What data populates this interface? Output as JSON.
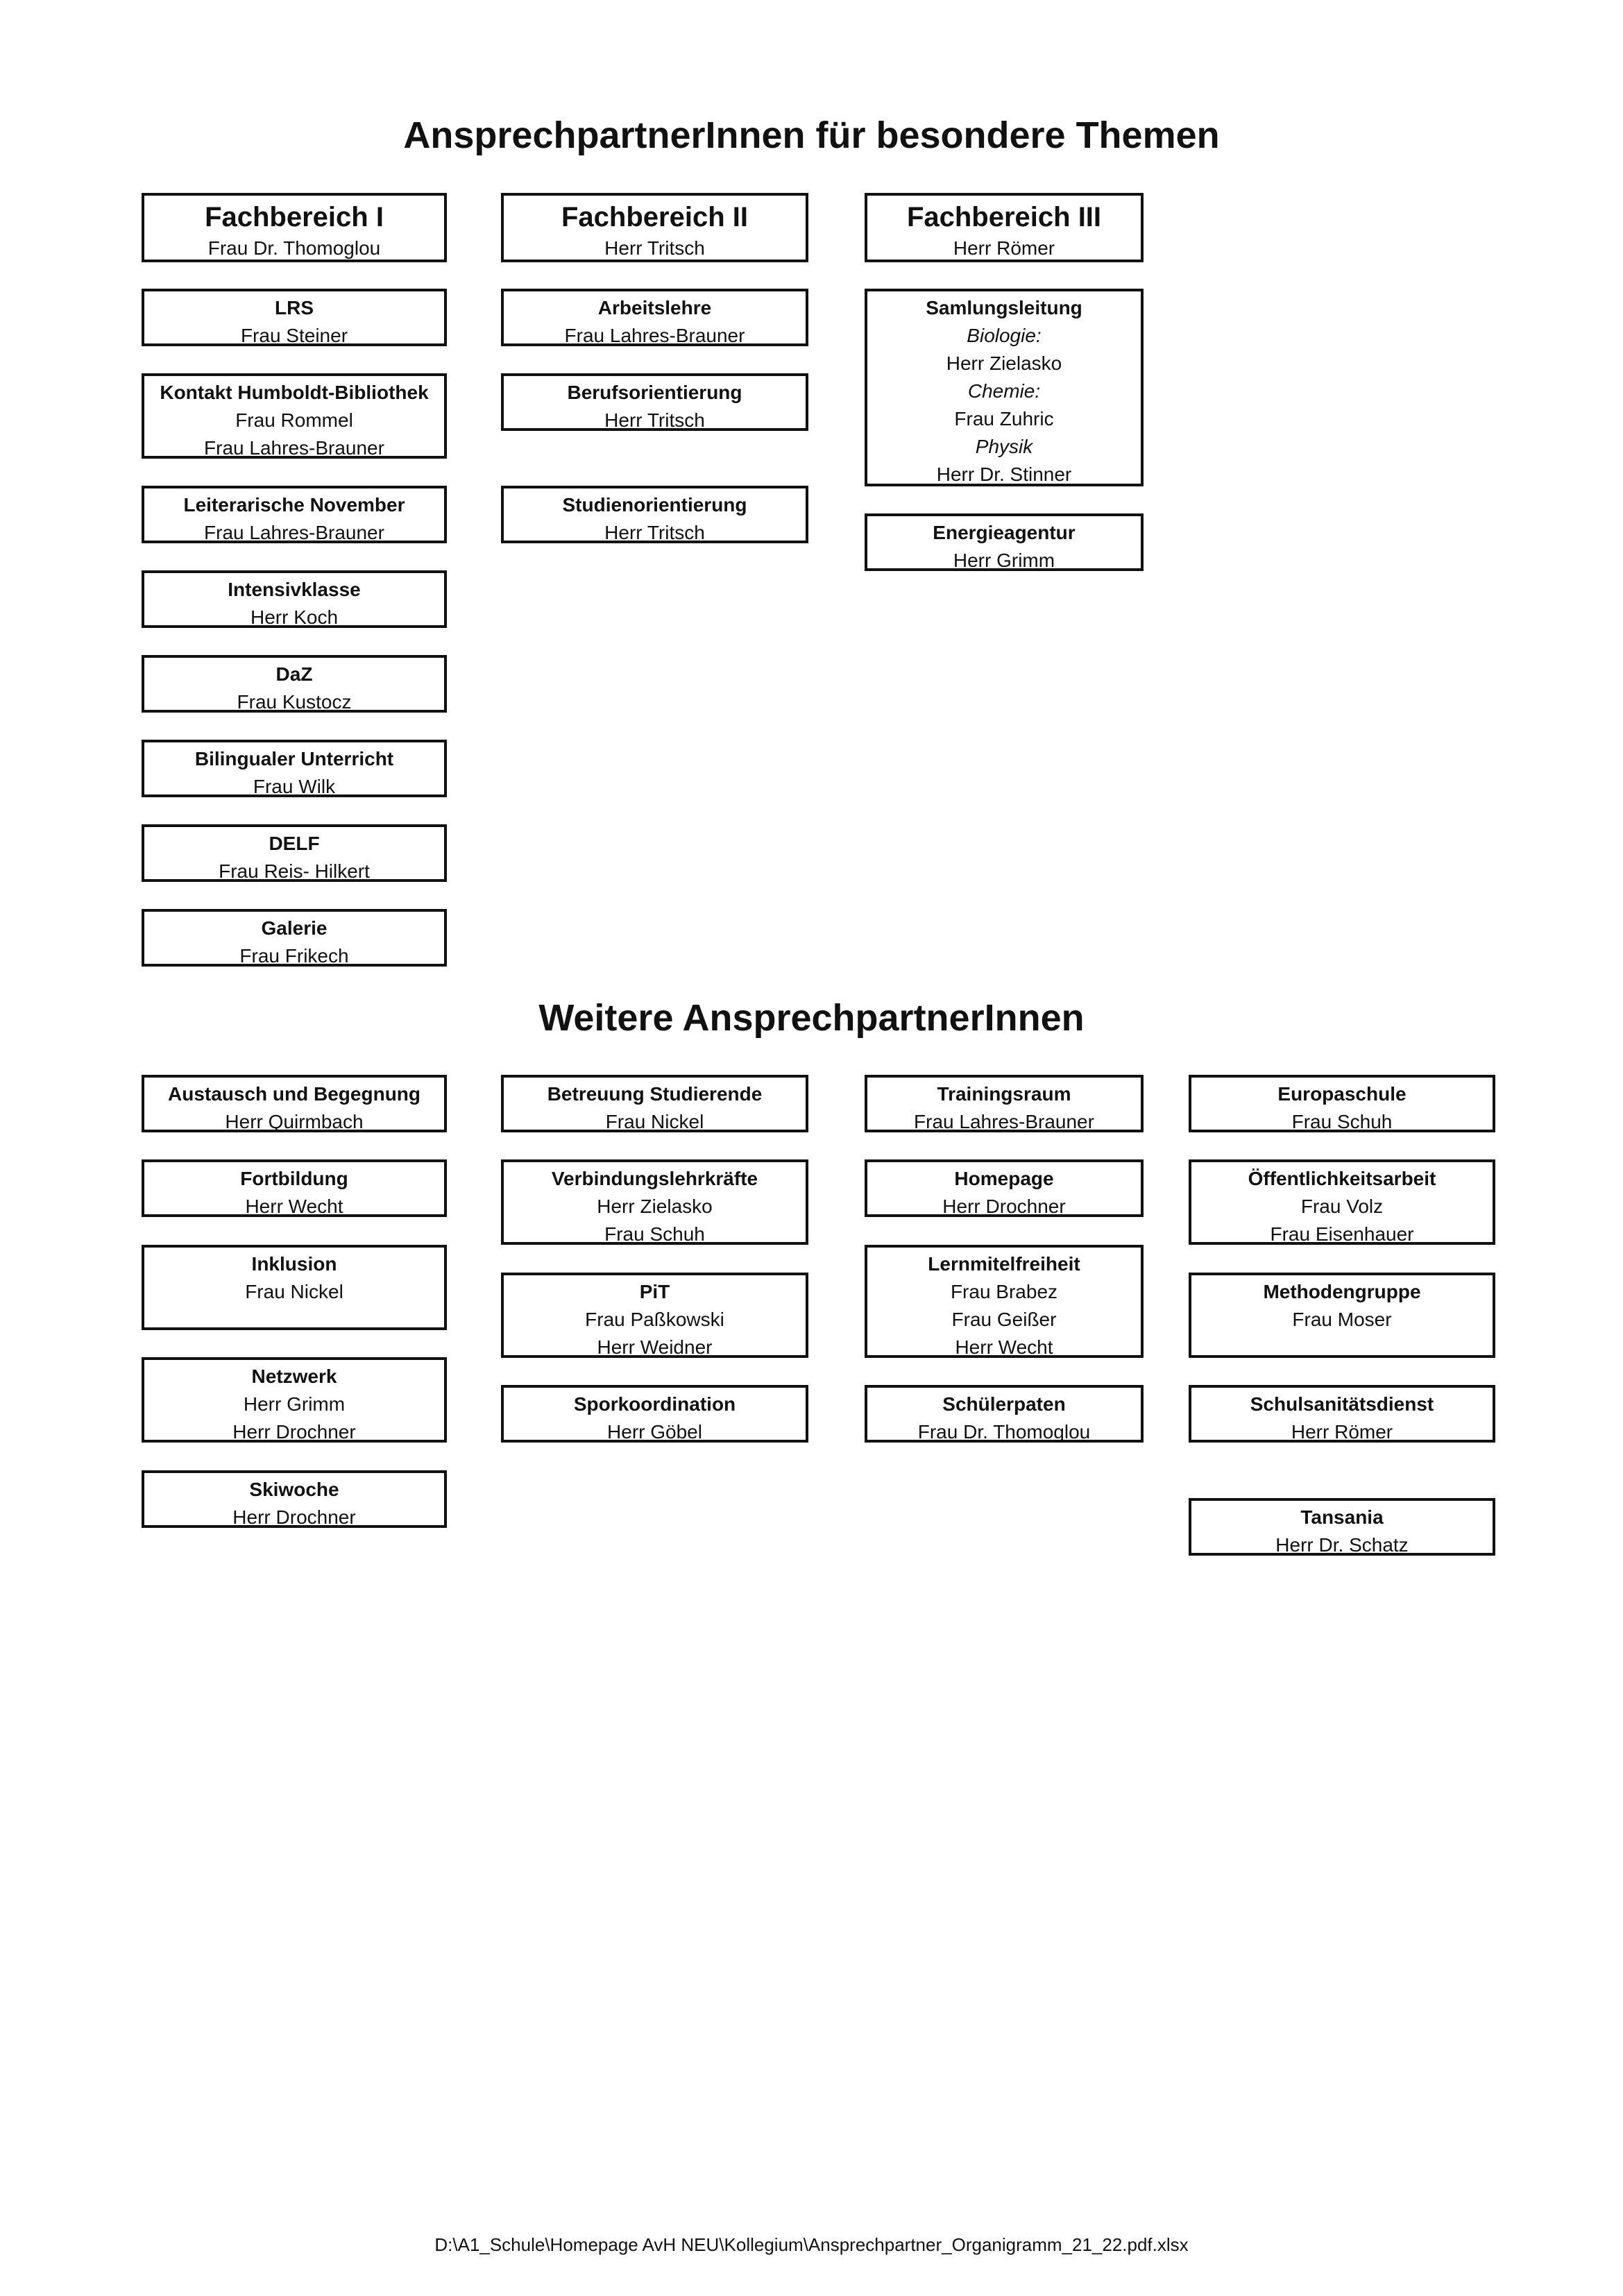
{
  "section1": {
    "title": "AnsprechpartnerInnen für besondere Themen",
    "boxes": [
      {
        "head": "Fachbereich I",
        "lines": [
          {
            "t": "Frau Dr. Thomoglou"
          }
        ]
      },
      {
        "head": "Fachbereich II",
        "lines": [
          {
            "t": "Herr Tritsch"
          }
        ]
      },
      {
        "head": "Fachbereich III",
        "lines": [
          {
            "t": "Herr Römer"
          }
        ]
      },
      {
        "head": "LRS",
        "lines": [
          {
            "t": "Frau Steiner"
          }
        ]
      },
      {
        "head": "Kontakt Humboldt-Bibliothek",
        "lines": [
          {
            "t": "Frau Rommel"
          },
          {
            "t": "Frau Lahres-Brauner"
          }
        ]
      },
      {
        "head": "Leiterarische November",
        "lines": [
          {
            "t": "Frau Lahres-Brauner"
          }
        ]
      },
      {
        "head": "Intensivklasse",
        "lines": [
          {
            "t": "Herr Koch"
          }
        ]
      },
      {
        "head": "DaZ",
        "lines": [
          {
            "t": "Frau Kustocz"
          }
        ]
      },
      {
        "head": "Bilingualer Unterricht",
        "lines": [
          {
            "t": "Frau Wilk"
          }
        ]
      },
      {
        "head": "DELF",
        "lines": [
          {
            "t": "Frau Reis- Hilkert"
          }
        ]
      },
      {
        "head": "Galerie",
        "lines": [
          {
            "t": "Frau Frikech"
          }
        ]
      },
      {
        "head": "Arbeitslehre",
        "lines": [
          {
            "t": "Frau Lahres-Brauner"
          }
        ]
      },
      {
        "head": "Berufsorientierung",
        "lines": [
          {
            "t": "Herr Tritsch"
          }
        ]
      },
      {
        "head": "Studienorientierung",
        "lines": [
          {
            "t": "Herr Tritsch"
          }
        ]
      },
      {
        "head": "Samlungsleitung",
        "lines": [
          {
            "t": "Biologie:",
            "italic": true
          },
          {
            "t": "Herr Zielasko"
          },
          {
            "t": "Chemie:",
            "italic": true
          },
          {
            "t": "Frau Zuhric"
          },
          {
            "t": "Physik",
            "italic": true
          },
          {
            "t": "Herr Dr. Stinner"
          }
        ]
      },
      {
        "head": "Energieagentur",
        "lines": [
          {
            "t": "Herr Grimm"
          }
        ]
      }
    ]
  },
  "section2": {
    "title": "Weitere AnsprechpartnerInnen",
    "boxes": [
      {
        "head": "Austausch und Begegnung",
        "lines": [
          {
            "t": "Herr Quirmbach"
          }
        ]
      },
      {
        "head": "Fortbildung",
        "lines": [
          {
            "t": "Herr Wecht"
          }
        ]
      },
      {
        "head": "Inklusion",
        "lines": [
          {
            "t": "Frau Nickel"
          }
        ]
      },
      {
        "head": "Netzwerk",
        "lines": [
          {
            "t": "Herr Grimm"
          },
          {
            "t": "Herr Drochner"
          }
        ]
      },
      {
        "head": "Skiwoche",
        "lines": [
          {
            "t": "Herr Drochner"
          }
        ]
      },
      {
        "head": "Betreuung Studierende",
        "lines": [
          {
            "t": "Frau Nickel"
          }
        ]
      },
      {
        "head": "Verbindungslehrkräfte",
        "lines": [
          {
            "t": "Herr Zielasko"
          },
          {
            "t": "Frau Schuh"
          }
        ]
      },
      {
        "head": "PiT",
        "lines": [
          {
            "t": "Frau Paßkowski"
          },
          {
            "t": "Herr Weidner"
          }
        ]
      },
      {
        "head": "Sporkoordination",
        "lines": [
          {
            "t": "Herr Göbel"
          }
        ]
      },
      {
        "head": "Trainingsraum",
        "lines": [
          {
            "t": "Frau Lahres-Brauner"
          }
        ]
      },
      {
        "head": "Homepage",
        "lines": [
          {
            "t": "Herr Drochner"
          }
        ]
      },
      {
        "head": "Lernmitelfreiheit",
        "lines": [
          {
            "t": "Frau Brabez"
          },
          {
            "t": "Frau Geißer"
          },
          {
            "t": "Herr Wecht"
          }
        ]
      },
      {
        "head": "Schülerpaten",
        "lines": [
          {
            "t": "Frau Dr. Thomoglou"
          }
        ]
      },
      {
        "head": "Europaschule",
        "lines": [
          {
            "t": "Frau Schuh"
          }
        ]
      },
      {
        "head": "Öffentlichkeitsarbeit",
        "lines": [
          {
            "t": "Frau Volz"
          },
          {
            "t": "Frau Eisenhauer"
          }
        ]
      },
      {
        "head": "Methodengruppe",
        "lines": [
          {
            "t": "Frau Moser"
          }
        ]
      },
      {
        "head": "Schulsanitätsdienst",
        "lines": [
          {
            "t": "Herr Römer"
          }
        ]
      },
      {
        "head": "Tansania",
        "lines": [
          {
            "t": "Herr Dr. Schatz"
          }
        ]
      }
    ]
  },
  "footer": "D:\\A1_Schule\\Homepage AvH NEU\\Kollegium\\Ansprechpartner_Organigramm_21_22.pdf.xlsx"
}
